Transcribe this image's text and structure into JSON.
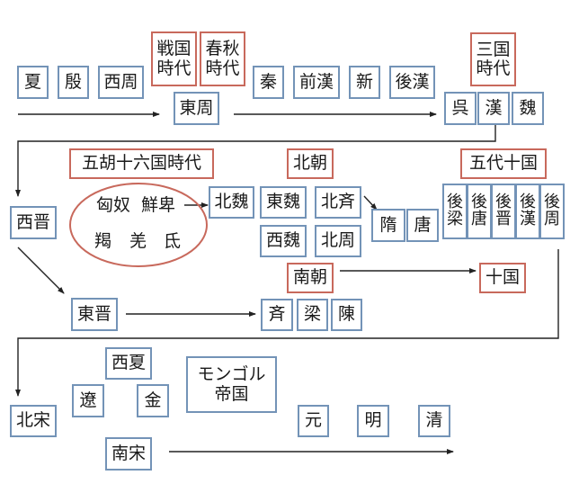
{
  "colors": {
    "dynasty_border": "#7393b7",
    "period_border": "#c8695c",
    "line": "#222222"
  },
  "early": [
    "夏",
    "殷",
    "西周"
  ],
  "spring_autumn": {
    "warring_states": "戦国\n時代",
    "spring_autumn": "春秋\n時代",
    "eastern_zhou": "東周"
  },
  "qin_han": [
    "秦",
    "前漢",
    "新",
    "後漢"
  ],
  "three_kingdoms": {
    "label": "三国\n時代",
    "states": [
      "呉",
      "漢",
      "魏"
    ]
  },
  "jin": {
    "western": "西晋",
    "eastern": "東晋"
  },
  "sixteen_kingdoms": {
    "label": "五胡十六国時代",
    "tribes_row1": [
      "匈奴",
      "鮮卑"
    ],
    "tribes_row2": [
      "羯",
      "羌",
      "氐"
    ]
  },
  "northern_dynasties": {
    "label": "北朝",
    "northern_wei": "北魏",
    "eastern_wei": "東魏",
    "northern_qi": "北斉",
    "western_wei": "西魏",
    "northern_zhou": "北周"
  },
  "southern_dynasties": {
    "label": "南朝",
    "states": [
      "斉",
      "梁",
      "陳"
    ]
  },
  "sui_tang": [
    "隋",
    "唐"
  ],
  "five_dynasties": {
    "label": "五代十国",
    "states": [
      "後\n梁",
      "後\n唐",
      "後\n晋",
      "後\n漢",
      "後\n周"
    ],
    "ten_kingdoms": "十国"
  },
  "song": {
    "northern": "北宋",
    "western_xia": "西夏",
    "liao": "遼",
    "jin": "金",
    "mongol": "モンゴル\n帝国",
    "southern": "南宋"
  },
  "later": [
    "元",
    "明",
    "清"
  ]
}
